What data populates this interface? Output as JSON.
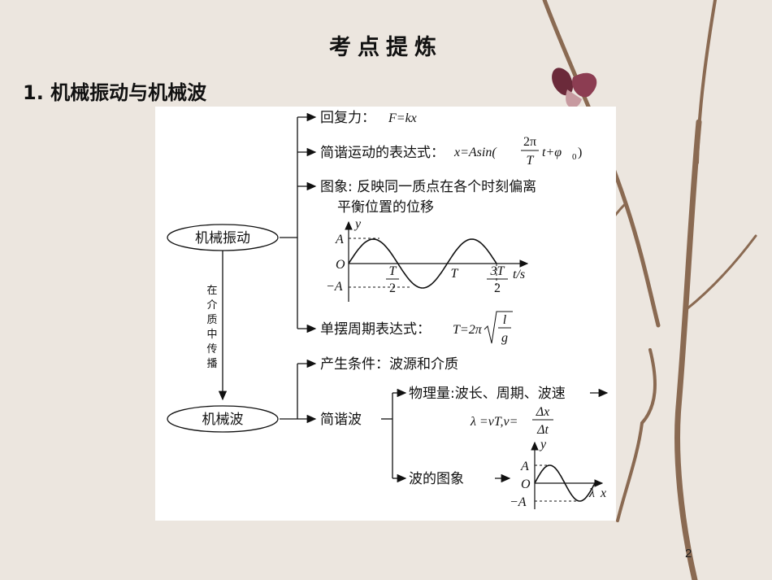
{
  "slide": {
    "title": "考点提炼",
    "section": "1. 机械振动与机械波",
    "page_number": "2"
  },
  "nodes": {
    "vibration": "机械振动",
    "wave": "机械波",
    "propagation": [
      "在",
      "介",
      "质",
      "中",
      "传",
      "播"
    ]
  },
  "vibration_branches": {
    "restoring_force_label": "回复力：",
    "restoring_force_formula": "F=kx",
    "shm_expr_label": "简谐运动的表达式：",
    "shm_expr_formula": {
      "prefix": "x=Asin(",
      "frac_num": "2π",
      "frac_den": "T",
      "suffix": "t+φ",
      "sub": "0",
      "close": ")"
    },
    "graph_label_line1": "图象: 反映同一质点在各个时刻偏离",
    "graph_label_line2": "平衡位置的位移",
    "pendulum_label": "单摆周期表达式：",
    "pendulum_formula": {
      "prefix": "T=2π",
      "num": "l",
      "den": "g"
    }
  },
  "vibration_graph": {
    "y_axis": "y",
    "x_axis": "t/s",
    "amp_pos": "A",
    "origin": "O",
    "amp_neg": "−A",
    "tick_half_num": "T",
    "tick_half_den": "2",
    "tick_full": "T",
    "tick_three_half_num": "3T",
    "tick_three_half_den": "2",
    "periods": 1.5
  },
  "wave_branches": {
    "conditions": "产生条件：波源和介质",
    "simple_wave": "简谐波",
    "quantities": "物理量:波长、周期、波速",
    "quantities_formula": {
      "prefix": "λ =vT,v=",
      "num": "Δx",
      "den": "Δt"
    },
    "wave_graph_label": "波的图象"
  },
  "wave_graph": {
    "y_axis": "y",
    "x_axis": "x",
    "lambda": "λ",
    "amp_pos": "A",
    "origin": "O",
    "amp_neg": "−A",
    "cycles": 1
  }
}
